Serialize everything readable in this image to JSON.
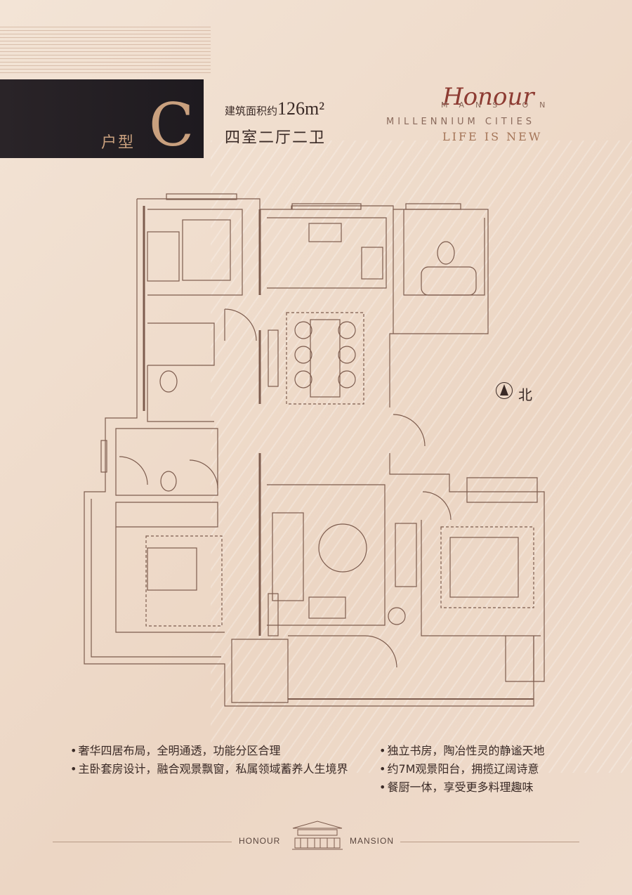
{
  "unit_type": {
    "label": "户型",
    "letter": "C"
  },
  "area": {
    "label": "建筑面积约",
    "value": "126",
    "unit": "m²"
  },
  "layout_text": "四室二厅二卫",
  "brand": {
    "script": "Honour",
    "mansion": "MANSION",
    "cities": "MILLENNIUM CITIES",
    "tagline": "LIFE IS NEW"
  },
  "compass": {
    "label": "北"
  },
  "features_left": [
    "奢华四居布局，全明通透，功能分区合理",
    "主卧套房设计，融合观景飘窗，私属领域蓄养人生境界"
  ],
  "features_right": [
    "独立书房，陶冶性灵的静谧天地",
    "约7M观景阳台，拥揽辽阔诗意",
    "餐厨一体，享受更多料理趣味"
  ],
  "footer": {
    "left": "HONOUR",
    "right": "MANSION"
  },
  "colors": {
    "accent": "#c9a07e",
    "line": "#7d5c4e",
    "dark": "#1e1a1f",
    "brand": "#8d3b32"
  }
}
